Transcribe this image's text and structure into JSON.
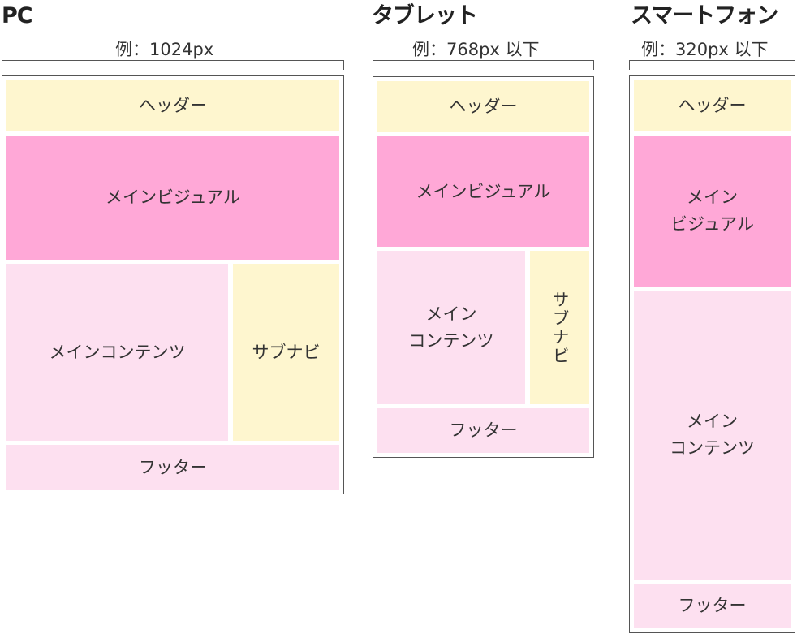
{
  "pc": {
    "title": "PC",
    "size_label": "例：1024px",
    "blocks": {
      "header": "ヘッダー",
      "main_visual": "メインビジュアル",
      "main_content": "メインコンテンツ",
      "sub_nav": "サブナビ",
      "footer": "フッター"
    }
  },
  "tablet": {
    "title": "タブレット",
    "size_label": "例：768px 以下",
    "blocks": {
      "header": "ヘッダー",
      "main_visual": "メインビジュアル",
      "main_content": "メイン\nコンテンツ",
      "sub_nav": "サブナビ",
      "footer": "フッター"
    }
  },
  "smartphone": {
    "title": "スマートフォン",
    "size_label": "例：320px 以下",
    "blocks": {
      "header": "ヘッダー",
      "main_visual": "メイン\nビジュアル",
      "main_content": "メイン\nコンテンツ",
      "footer": "フッター"
    }
  },
  "colors": {
    "header_footer_yellow": "#fef6cf",
    "main_visual_pink": "#ffa8d7",
    "content_light_pink": "#fde0f0",
    "frame_border": "#555555"
  }
}
